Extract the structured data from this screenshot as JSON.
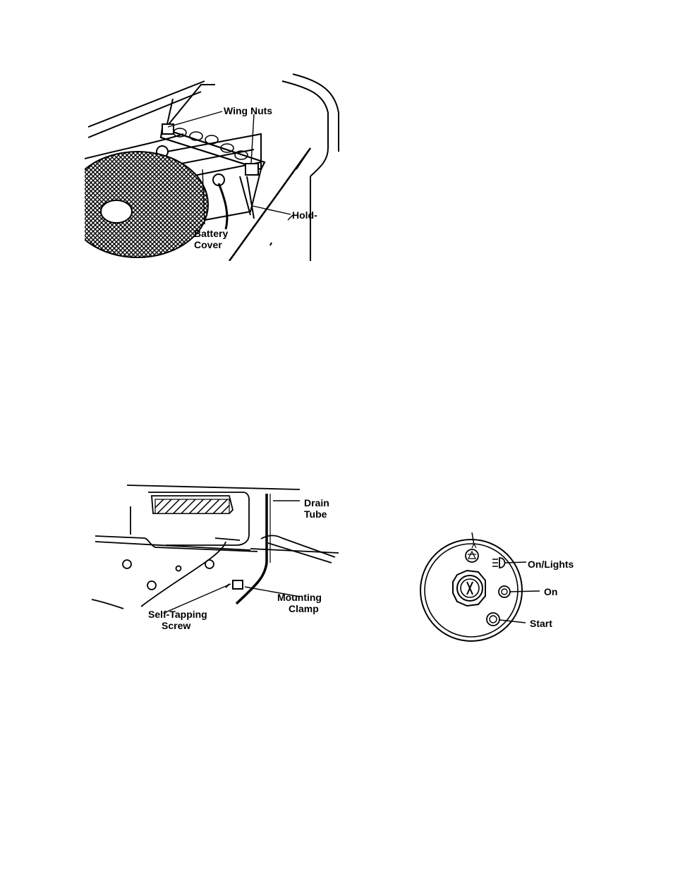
{
  "figure_battery": {
    "labels": {
      "wing_nuts": "Wing Nuts",
      "hold_down": "Hold-",
      "battery_line1": "Battery",
      "battery_line2": "Cover"
    }
  },
  "figure_drain": {
    "labels": {
      "drain_line1": "Drain",
      "drain_line2": "Tube",
      "clamp_line1": "Mounting",
      "clamp_line2": "Clamp",
      "screw_line1": "Self-Tapping",
      "screw_line2": "Screw"
    }
  },
  "figure_ignition": {
    "labels": {
      "on_lights": "On/Lights",
      "on": "On",
      "start": "Start"
    }
  }
}
